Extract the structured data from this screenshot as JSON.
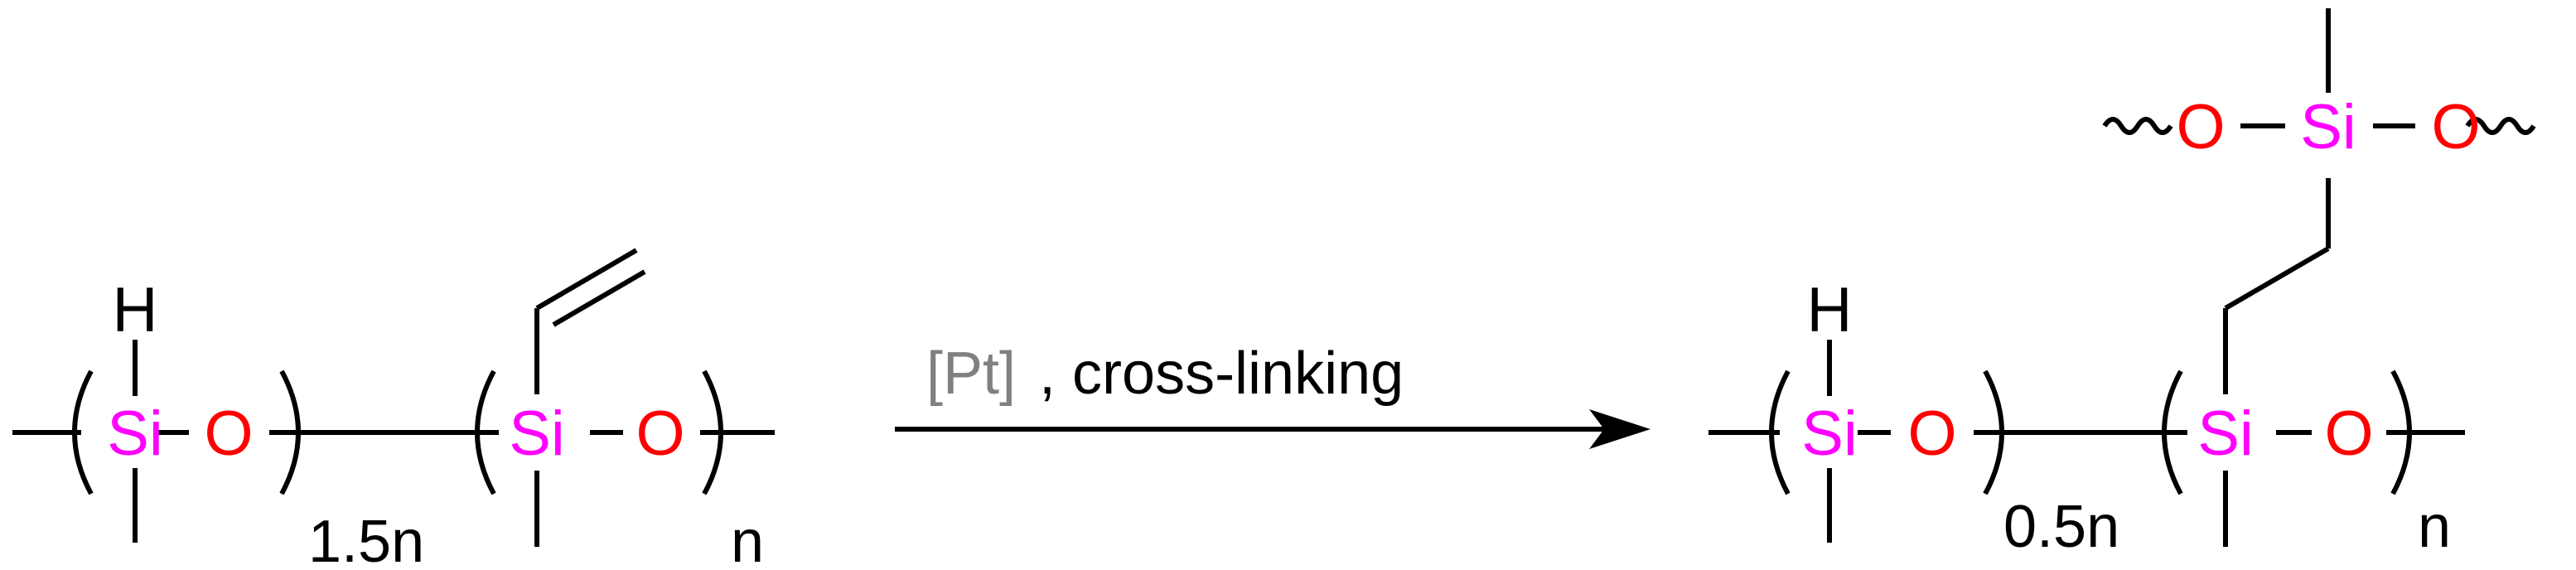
{
  "colors": {
    "si": "#ff00ff",
    "o": "#ff0000",
    "h": "#000000",
    "bond": "#000000",
    "catalyst": "#808080",
    "text": "#000000"
  },
  "reactant": {
    "unit1": {
      "si": "Si",
      "o": "O",
      "h": "H",
      "subscript": "1.5n"
    },
    "unit2": {
      "si": "Si",
      "o": "O",
      "subscript": "n"
    }
  },
  "arrow": {
    "catalyst": "[Pt]",
    "condition": ", cross-linking"
  },
  "product": {
    "unit1": {
      "si": "Si",
      "o": "O",
      "h": "H",
      "subscript": "0.5n"
    },
    "unit2": {
      "si": "Si",
      "o": "O",
      "subscript": "n"
    },
    "crosslink": {
      "o_left": "O",
      "si": "Si",
      "o_right": "O"
    }
  }
}
